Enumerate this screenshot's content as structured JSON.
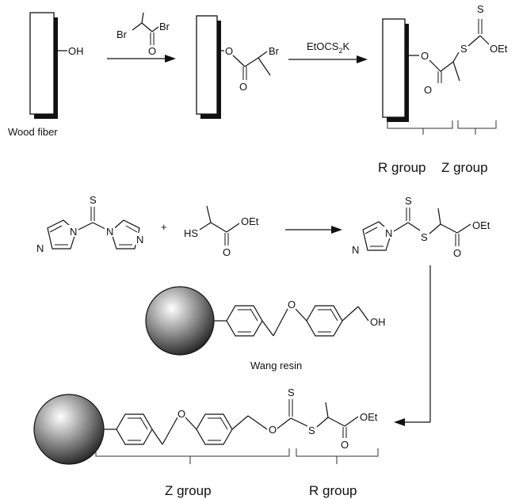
{
  "labels": {
    "oh": "OH",
    "wood_fiber": "Wood fiber",
    "br": "Br",
    "o": "O",
    "s": "S",
    "n": "N",
    "oet": "OEt",
    "hs": "HS",
    "reagent_prefix": "EtOCS",
    "reagent_sub": "2",
    "reagent_suffix": "K",
    "plus": "+",
    "r_group": "R group",
    "z_group": "Z group",
    "wang_resin": "Wang resin"
  },
  "colors": {
    "bead_light": "#ffffff",
    "bead_dark": "#1a1a1a",
    "line": "#111111"
  }
}
